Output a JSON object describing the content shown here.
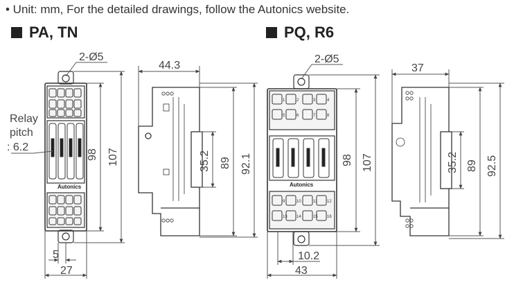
{
  "note": "• Unit: mm, For the detailed drawings, follow the Autonics website.",
  "sections": {
    "left_title": "PA, TN",
    "right_title": "PQ, R6"
  },
  "pa_tn": {
    "front": {
      "hole": "2-Ø5",
      "height_outer": "107",
      "height_inner": "98",
      "width": "27",
      "pin_gap": "5",
      "relay_pitch_line1": "Relay",
      "relay_pitch_line2": "pitch",
      "relay_pitch_line3": ": 6.2",
      "brand": "Autonics"
    },
    "side": {
      "depth": "44.3",
      "rail": "35.2",
      "body": "89",
      "total": "92.1"
    }
  },
  "pq_r6": {
    "front": {
      "hole": "2-Ø5",
      "height_inner": "98",
      "height_outer": "107",
      "pitch": "10.2",
      "width": "43",
      "brand": "Autonics",
      "terminals_top": [
        "1",
        "2",
        "3",
        "4",
        "5",
        "6",
        "7",
        "8"
      ],
      "terminals_bottom": [
        "9",
        "10",
        "11",
        "12",
        "13",
        "14",
        "15",
        "16"
      ]
    },
    "side": {
      "depth": "37",
      "rail": "35.2",
      "body": "89",
      "total": "92.5"
    }
  },
  "colors": {
    "line": "#333333",
    "dim_line": "#555555",
    "text": "#444444"
  }
}
